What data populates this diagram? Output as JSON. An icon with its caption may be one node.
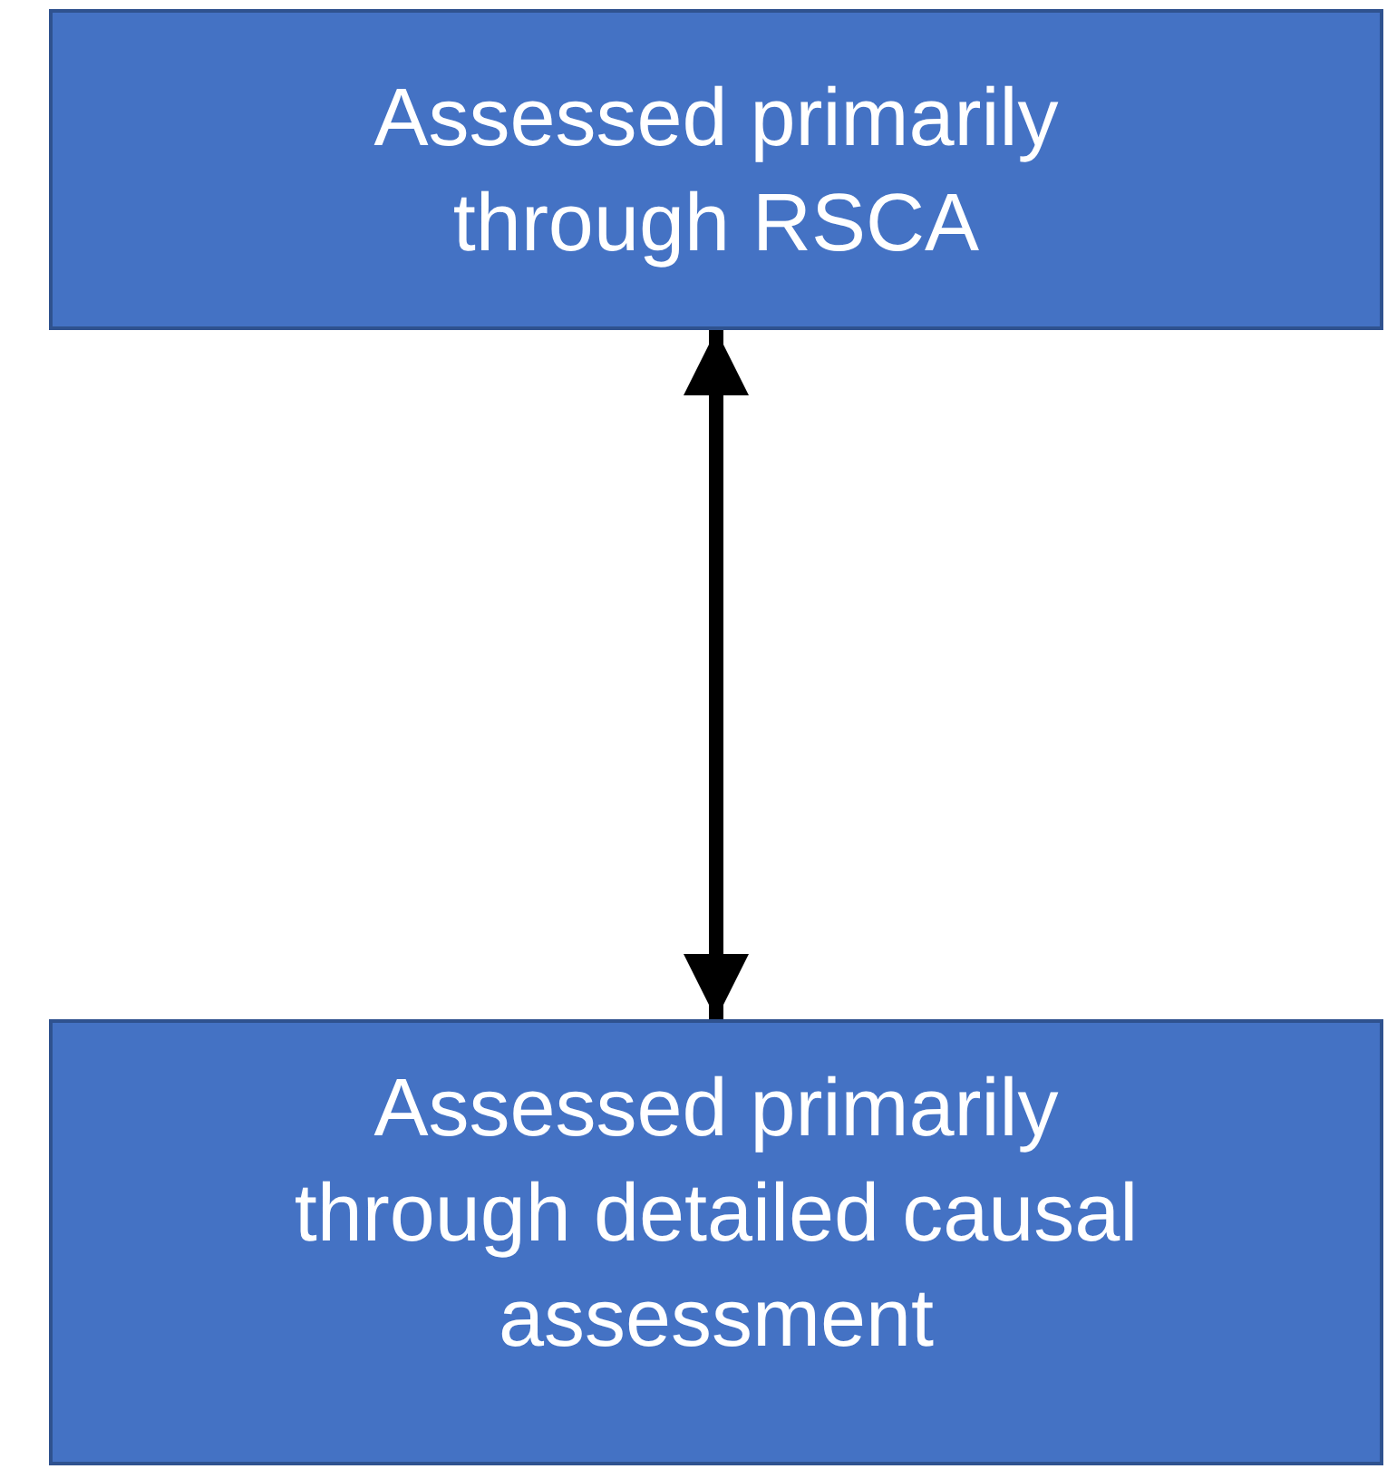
{
  "diagram": {
    "nodes": [
      {
        "text": [
          "Assessed primarily through RSCA"
        ]
      },
      {
        "text": [
          "Assessed primarily through detailed causal assessment"
        ]
      }
    ],
    "edges": [
      {
        "from": 0,
        "to": 1,
        "arrow": "both"
      }
    ]
  }
}
